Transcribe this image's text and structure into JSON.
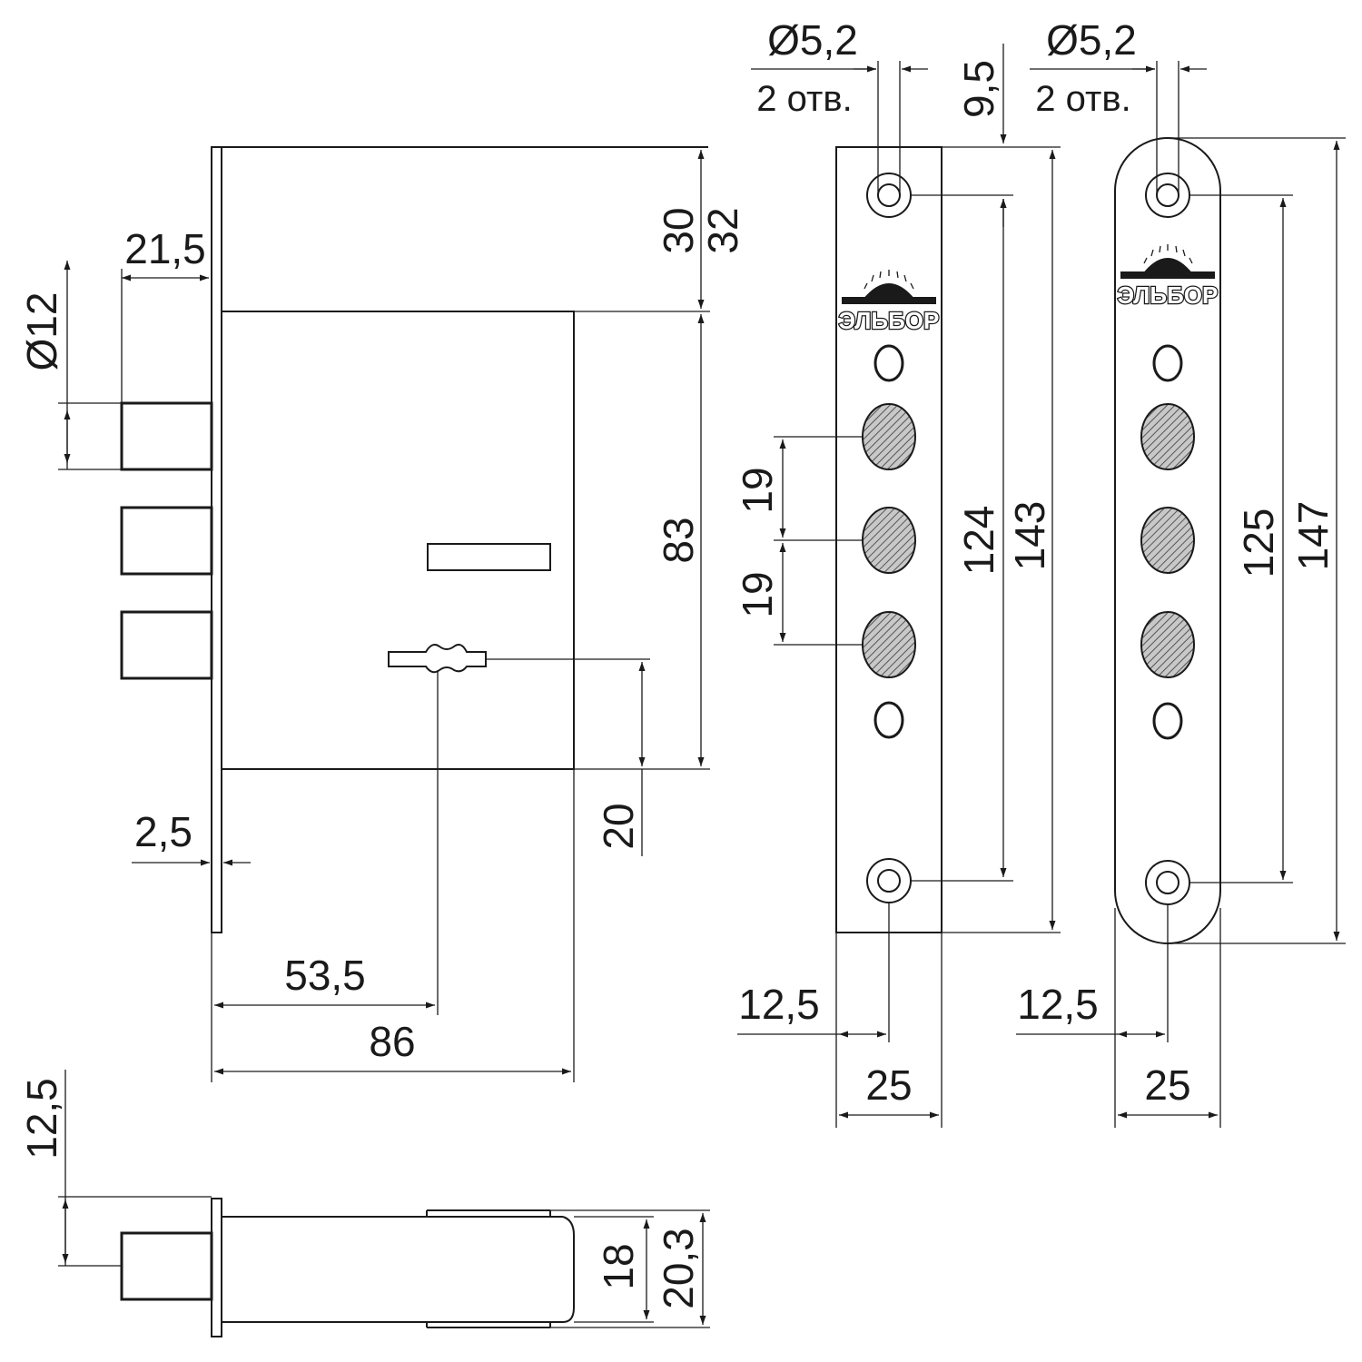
{
  "brand": "ЭЛЬБОР",
  "lock_body": {
    "dim_21_5": "21,5",
    "dim_d12": "Ø12",
    "dim_30": "30",
    "dim_32": "32",
    "dim_83": "83",
    "dim_20": "20",
    "dim_2_5": "2,5",
    "dim_53_5": "53,5",
    "dim_86": "86"
  },
  "side_view": {
    "dim_12_5": "12,5",
    "dim_18": "18",
    "dim_20_3": "20,3"
  },
  "strike_plate_flat": {
    "hole_dia": "Ø5,2",
    "hole_count": "2 отв.",
    "dim_9_5": "9,5",
    "dim_19_top": "19",
    "dim_19_bottom": "19",
    "dim_124": "124",
    "dim_143": "143",
    "dim_12_5": "12,5",
    "dim_25": "25"
  },
  "strike_plate_round": {
    "hole_dia": "Ø5,2",
    "hole_count": "2 отв.",
    "dim_125": "125",
    "dim_147": "147",
    "dim_12_5": "12,5",
    "dim_25": "25"
  }
}
